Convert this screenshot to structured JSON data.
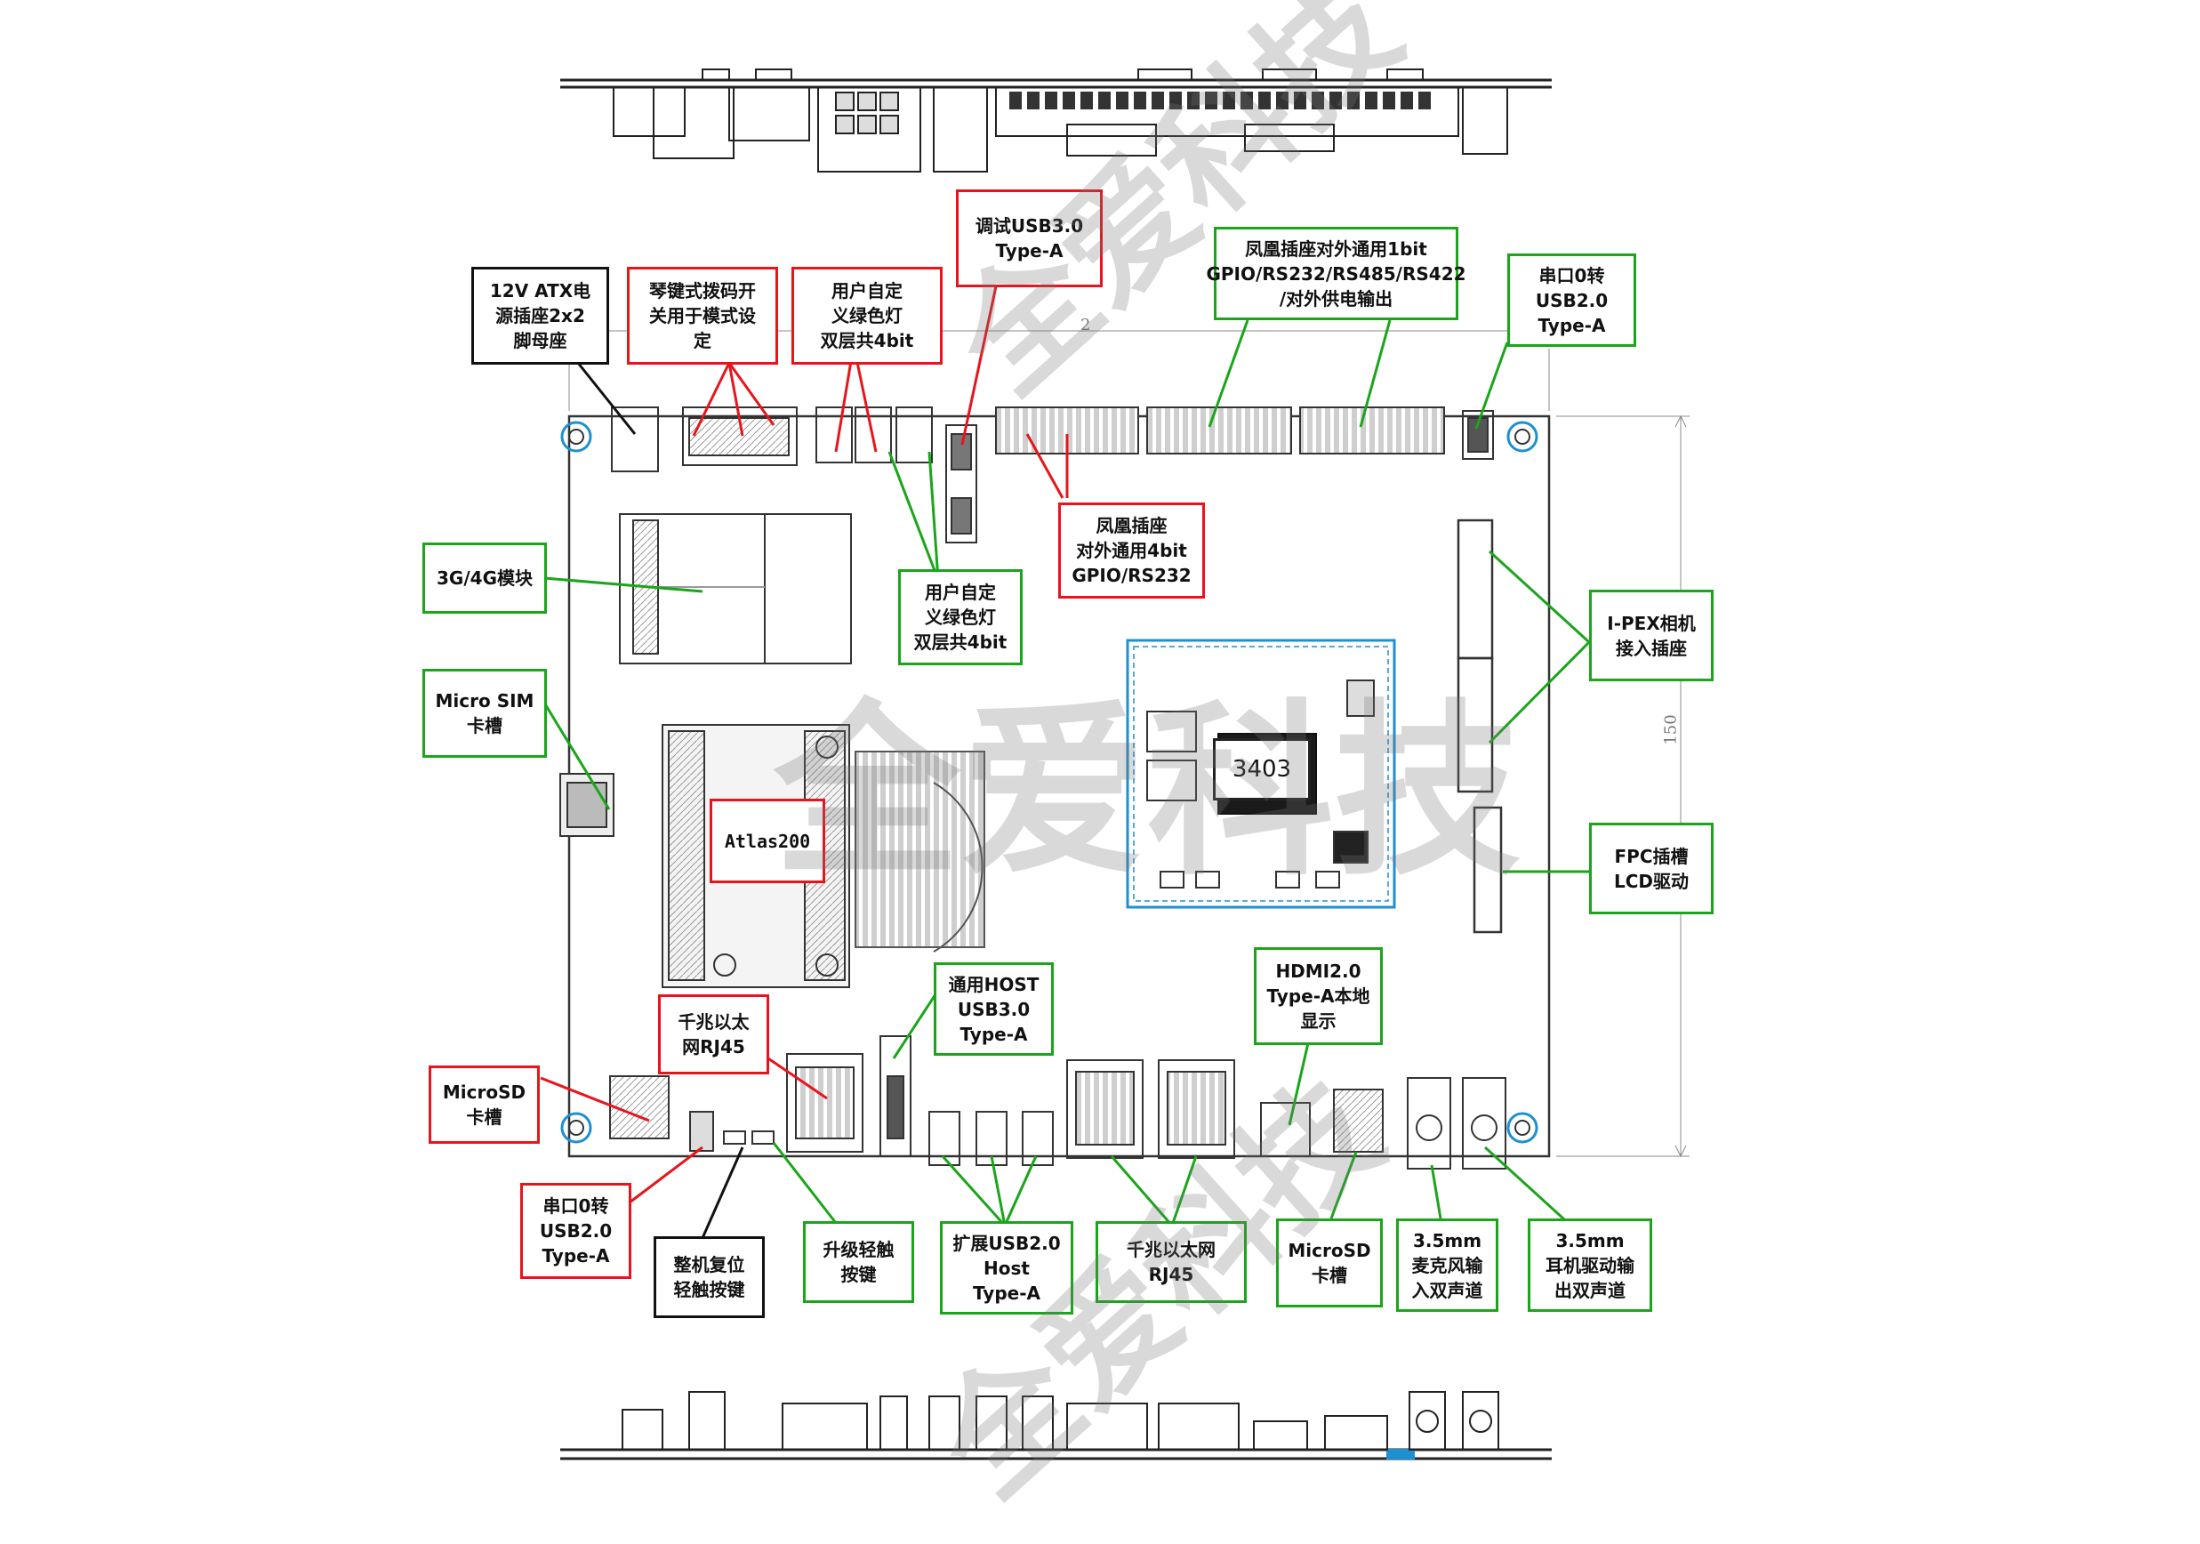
{
  "colors": {
    "green": "#1aa51a",
    "red": "#e8141c",
    "black": "#111111",
    "pcb_line": "#333333",
    "module_blue": "#1e8fd0"
  },
  "watermark": {
    "text": "全爱科技"
  },
  "board": {
    "dim_width": "2",
    "dim_height": "150",
    "chip_label": "3403",
    "module_label": "Atlas200"
  },
  "callouts": {
    "atx": {
      "lines": [
        "12V ATX电",
        "源插座2x2",
        "脚母座"
      ]
    },
    "dip": {
      "lines": [
        "琴键式拨码开",
        "关用于模式设",
        "定"
      ]
    },
    "led_top": {
      "lines": [
        "用户自定",
        "义绿色灯",
        "双层共4bit"
      ]
    },
    "usb30_dbg": {
      "lines": [
        "调试USB3.0",
        "Type-A"
      ]
    },
    "phoenix1": {
      "lines": [
        "凤凰插座对外通用1bit",
        "GPIO/RS232/RS485/RS422",
        "/对外供电输出"
      ]
    },
    "uart_top": {
      "lines": [
        "串口0转",
        "USB2.0",
        "Type-A"
      ]
    },
    "phoenix4": {
      "lines": [
        "凤凰插座",
        "对外通用4bit",
        "GPIO/RS232"
      ]
    },
    "led_mid": {
      "lines": [
        "用户自定",
        "义绿色灯",
        "双层共4bit"
      ]
    },
    "module_4g": {
      "lines": [
        "3G/4G模块"
      ]
    },
    "sim": {
      "lines": [
        "Micro SIM",
        "卡槽"
      ]
    },
    "ipex": {
      "lines": [
        "I-PEX相机",
        "接入插座"
      ]
    },
    "fpc": {
      "lines": [
        "FPC插槽",
        "LCD驱动"
      ]
    },
    "usb_host": {
      "lines": [
        "通用HOST",
        "USB3.0",
        "Type-A"
      ]
    },
    "rj45_a": {
      "lines": [
        "千兆以太",
        "网RJ45"
      ]
    },
    "hdmi": {
      "lines": [
        "HDMI2.0",
        "Type-A本地",
        "显示"
      ]
    },
    "microsd_l": {
      "lines": [
        "MicroSD",
        "卡槽"
      ]
    },
    "uart_bot": {
      "lines": [
        "串口0转",
        "USB2.0",
        "Type-A"
      ]
    },
    "reset": {
      "lines": [
        "整机复位",
        "轻触按键"
      ]
    },
    "upgrade": {
      "lines": [
        "升级轻触",
        "按键"
      ]
    },
    "usb20": {
      "lines": [
        "扩展USB2.0",
        "Host",
        "Type-A"
      ]
    },
    "rj45_b": {
      "lines": [
        "千兆以太网",
        "RJ45"
      ]
    },
    "microsd_r": {
      "lines": [
        "MicroSD",
        "卡槽"
      ]
    },
    "mic": {
      "lines": [
        "3.5mm",
        "麦克风输",
        "入双声道"
      ]
    },
    "ear": {
      "lines": [
        "3.5mm",
        "耳机驱动输",
        "出双声道"
      ]
    }
  }
}
